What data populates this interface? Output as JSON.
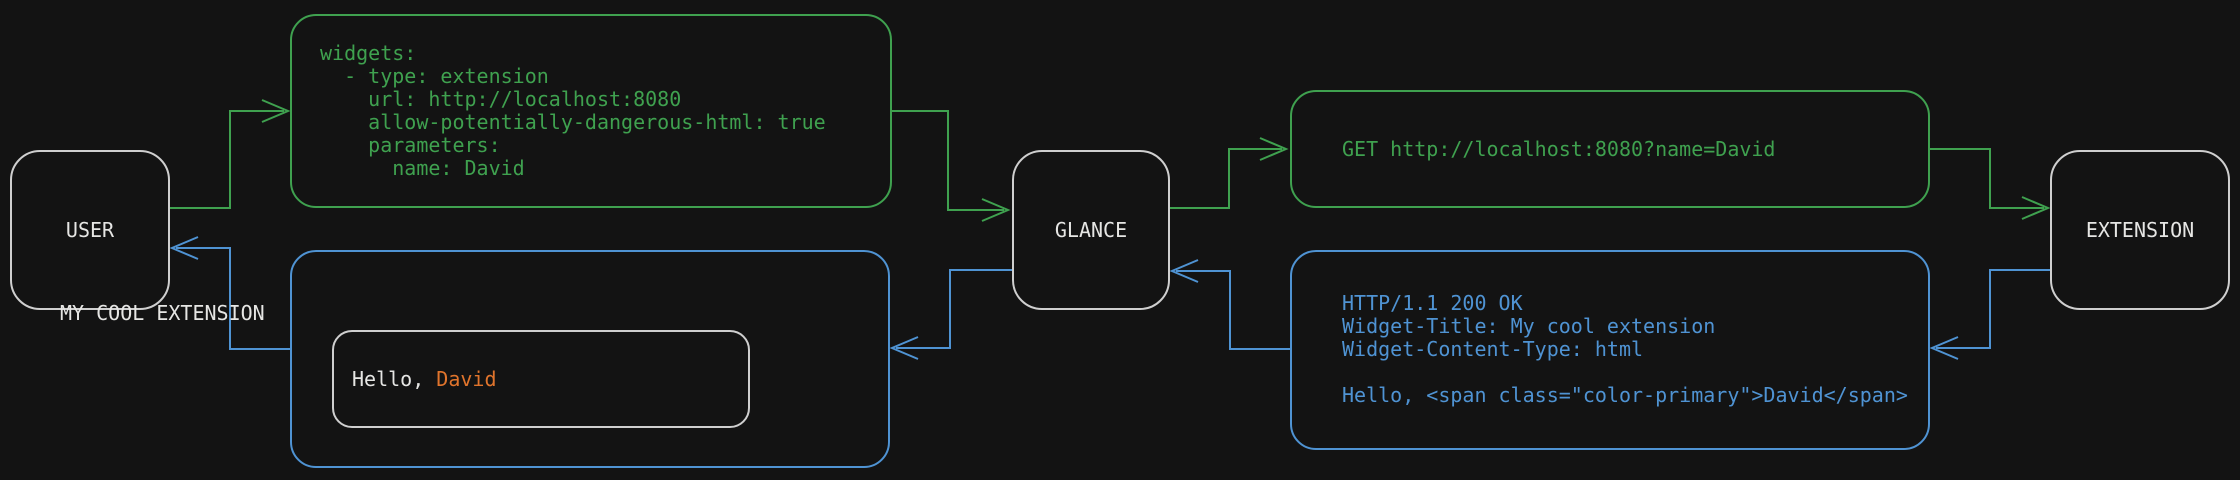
{
  "colors": {
    "background": "#131313",
    "request_green": "#3fa14f",
    "response_blue": "#4f93d3",
    "accent_orange": "#e0742c",
    "node_border": "#cfcfcf",
    "text": "#e6e6e4"
  },
  "nodes": {
    "user": {
      "label": "USER"
    },
    "glance": {
      "label": "GLANCE"
    },
    "extension": {
      "label": "EXTENSION"
    }
  },
  "config_box": {
    "lines": [
      "widgets:",
      "  - type: extension",
      "    url: http://localhost:8080",
      "    allow-potentially-dangerous-html: true",
      "    parameters:",
      "      name: David"
    ]
  },
  "request_box": {
    "text": "GET http://localhost:8080?name=David"
  },
  "response_box": {
    "lines": [
      "HTTP/1.1 200 OK",
      "Widget-Title: My cool extension",
      "Widget-Content-Type: html",
      "",
      "Hello, <span class=\"color-primary\">David</span>"
    ]
  },
  "widget_box": {
    "title": "MY COOL EXTENSION",
    "greeting_prefix": "Hello, ",
    "greeting_name": "David"
  }
}
